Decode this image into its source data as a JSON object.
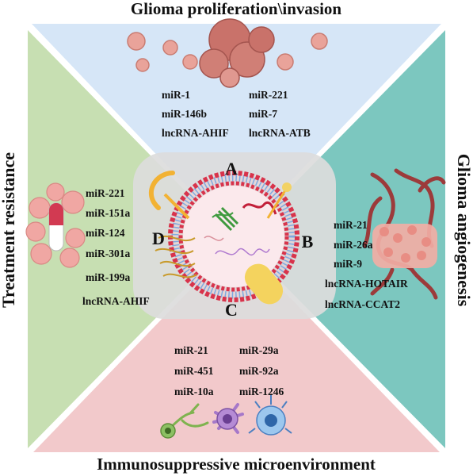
{
  "titles": {
    "top": "Glioma proliferation\\invasion",
    "left": "Treatment resistance",
    "right": "Glioma angiogenesis",
    "bottom": "Immunosuppressive microenvironment"
  },
  "quadrants": {
    "top": {
      "col1": [
        "miR-1",
        "miR-146b",
        "lncRNA-AHIF"
      ],
      "col2": [
        "miR-221",
        "miR-7",
        "lncRNA-ATB"
      ]
    },
    "left": [
      "miR-221",
      "miR-151a",
      "miR-124",
      "miR-301a",
      "miR-199a",
      "lncRNA-AHIF"
    ],
    "right": [
      "miR-21",
      "miR-26a",
      "miR-9",
      "lncRNA-HOTAIR",
      "lncRNA-CCAT2"
    ],
    "bottom": {
      "col1": [
        "miR-21",
        "miR-451",
        "miR-10a"
      ],
      "col2": [
        "miR-29a",
        "miR-92a",
        "miR-1246"
      ]
    }
  },
  "letters": {
    "a": "A",
    "b": "B",
    "c": "C",
    "d": "D"
  },
  "colors": {
    "top_quadrant": "#d6e6f7",
    "left_quadrant": "#c7dfb2",
    "right_quadrant": "#7cc7bf",
    "bottom_quadrant": "#f2c9cb",
    "center_box": "#dcdcdc",
    "membrane": "#d8334b",
    "lipid_tail": "#7fa9e0"
  }
}
